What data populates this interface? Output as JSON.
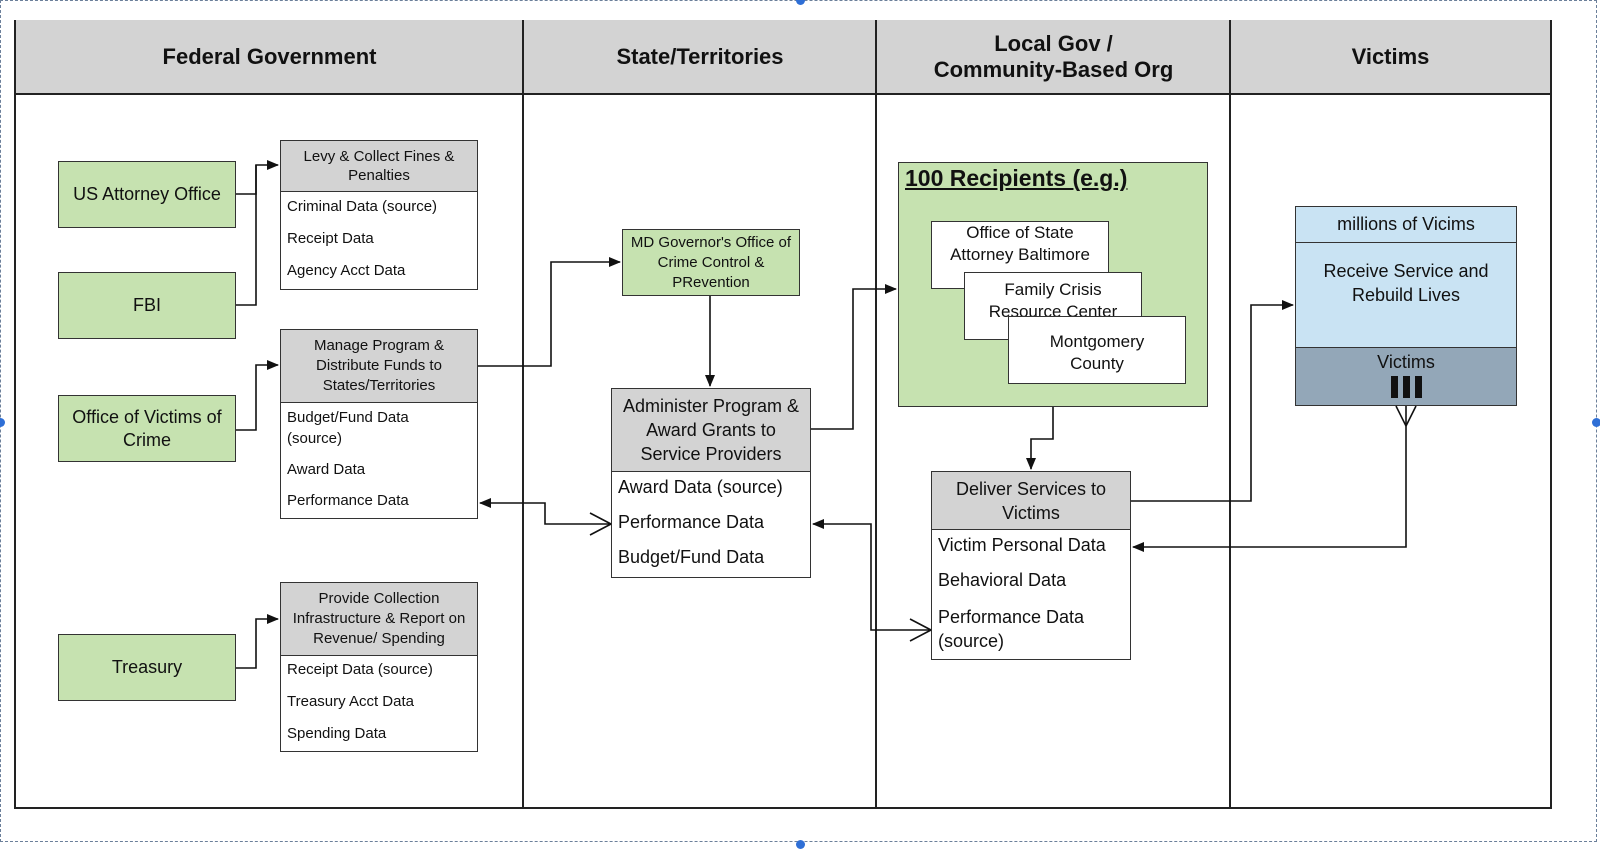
{
  "lanes": {
    "federal": "Federal Government",
    "state": "State/Territories",
    "local": "Local Gov /\nCommunity-Based Org",
    "victims": "Victims"
  },
  "actors": {
    "us_attorney": "US Attorney Office",
    "fbi": "FBI",
    "ovc": "Office of Victims of Crime",
    "treasury": "Treasury",
    "md_governor": "MD Governor's Office of Crime Control & PRevention"
  },
  "entities": {
    "levy": {
      "title": "Levy & Collect Fines & Penalties",
      "rows": [
        "Criminal Data (source)",
        "Receipt Data",
        "Agency Acct Data"
      ]
    },
    "manage": {
      "title": "Manage Program & Distribute Funds to States/Territories",
      "rows": [
        "Budget/Fund Data\n(source)",
        "Award Data",
        "Performance Data"
      ]
    },
    "provide": {
      "title": "Provide Collection Infrastructure & Report on Revenue/ Spending",
      "rows": [
        "Receipt Data (source)",
        "Treasury Acct Data",
        "Spending Data"
      ]
    },
    "administer": {
      "title": "Administer Program & Award Grants to Service Providers",
      "rows": [
        "Award Data (source)",
        "Performance Data",
        "Budget/Fund Data"
      ]
    },
    "deliver": {
      "title": "Deliver Services to Victims",
      "rows": [
        "Victim Personal Data",
        "Behavioral Data",
        "Performance Data\n(source)"
      ]
    }
  },
  "recipients": {
    "title": "100 Recipients (e.g.)",
    "items": [
      "Office of State Attorney Baltimore",
      "Family Crisis Resource Center",
      "Montgomery County"
    ]
  },
  "victims_box": {
    "header": "millions of Vicims",
    "body": "Receive Service and Rebuild Lives",
    "footer": "Victims"
  },
  "colors": {
    "actor_green": "#c6e2b0",
    "header_gray": "#d3d3d3",
    "victim_blue": "#c9e3f3",
    "victim_footer": "#93a7b8",
    "handle_blue": "#2f6fd6"
  }
}
